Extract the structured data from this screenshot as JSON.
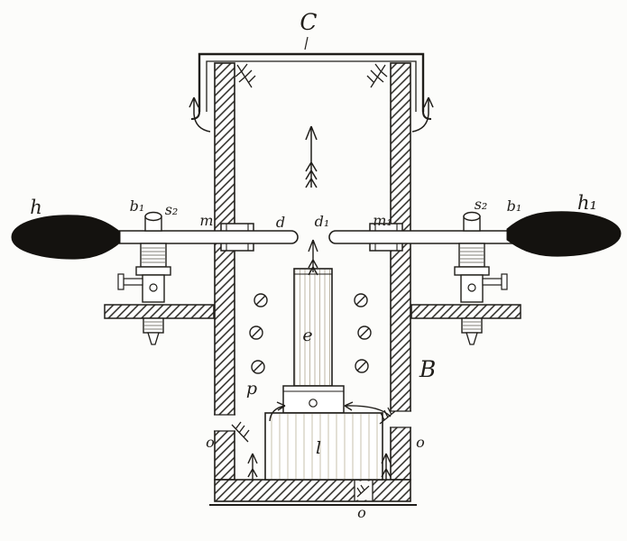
{
  "colors": {
    "ink": "#201e1a",
    "paper": "#fcfcfa"
  },
  "figure": {
    "labels": {
      "cap": "C",
      "handle_left": "h",
      "stopcock_left_b": "b₁",
      "stopcock_left_s": "s₂",
      "gland_left": "m",
      "nozzle_left": "d",
      "nozzle_right": "d₁",
      "gland_right": "m₁",
      "stopcock_right_s": "s₂",
      "stopcock_right_b": "b₁",
      "handle_right": "h₁",
      "column": "e",
      "chamber": "B",
      "pedestal": "p",
      "base_block": "l",
      "port_left": "o",
      "port_right": "o",
      "port_bottom": "o"
    }
  }
}
